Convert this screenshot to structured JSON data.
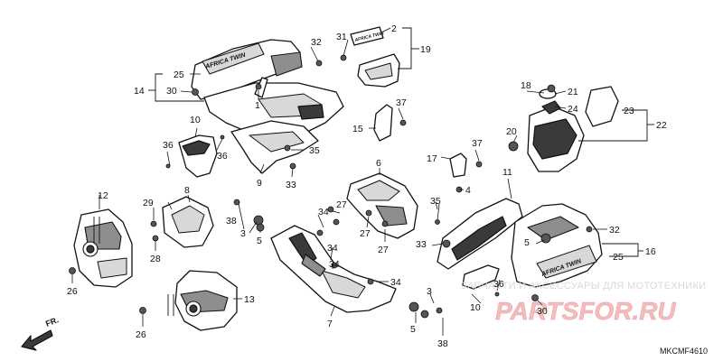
{
  "diagram": {
    "code": "MKCMF4610",
    "direction": "FR.",
    "emblem_upper": "AFRICA TWIN",
    "emblem_lower": "AFRICA TWIN",
    "emblem_small": "AFRICA TWIN",
    "watermark_text": "ЗАПЧАСТИ И АКСЕССУАРЫ ДЛЯ МОТОТЕХНИКИ",
    "watermark_brand": "PARTSFOR.RU",
    "callouts": [
      {
        "id": "c1",
        "label": "1"
      },
      {
        "id": "c2",
        "label": "2"
      },
      {
        "id": "c3a",
        "label": "3"
      },
      {
        "id": "c3b",
        "label": "3"
      },
      {
        "id": "c4",
        "label": "4"
      },
      {
        "id": "c5a",
        "label": "5"
      },
      {
        "id": "c5b",
        "label": "5"
      },
      {
        "id": "c6",
        "label": "6"
      },
      {
        "id": "c7",
        "label": "7"
      },
      {
        "id": "c8",
        "label": "8"
      },
      {
        "id": "c9",
        "label": "9"
      },
      {
        "id": "c10a",
        "label": "10"
      },
      {
        "id": "c10b",
        "label": "10"
      },
      {
        "id": "c11",
        "label": "11"
      },
      {
        "id": "c12",
        "label": "12"
      },
      {
        "id": "c13",
        "label": "13"
      },
      {
        "id": "c14",
        "label": "14"
      },
      {
        "id": "c15",
        "label": "15"
      },
      {
        "id": "c16",
        "label": "16"
      },
      {
        "id": "c17",
        "label": "17"
      },
      {
        "id": "c18",
        "label": "18"
      },
      {
        "id": "c19",
        "label": "19"
      },
      {
        "id": "c20",
        "label": "20"
      },
      {
        "id": "c21",
        "label": "21"
      },
      {
        "id": "c22",
        "label": "22"
      },
      {
        "id": "c23",
        "label": "23"
      },
      {
        "id": "c24",
        "label": "24"
      },
      {
        "id": "c25a",
        "label": "25"
      },
      {
        "id": "c25b",
        "label": "25"
      },
      {
        "id": "c26a",
        "label": "26"
      },
      {
        "id": "c26b",
        "label": "26"
      },
      {
        "id": "c27a",
        "label": "27"
      },
      {
        "id": "c27b",
        "label": "27"
      },
      {
        "id": "c27c",
        "label": "27"
      },
      {
        "id": "c28",
        "label": "28"
      },
      {
        "id": "c29",
        "label": "29"
      },
      {
        "id": "c30a",
        "label": "30"
      },
      {
        "id": "c30b",
        "label": "30"
      },
      {
        "id": "c31",
        "label": "31"
      },
      {
        "id": "c32a",
        "label": "32"
      },
      {
        "id": "c32b",
        "label": "32"
      },
      {
        "id": "c33a",
        "label": "33"
      },
      {
        "id": "c33b",
        "label": "33"
      },
      {
        "id": "c34a",
        "label": "34"
      },
      {
        "id": "c34b",
        "label": "34"
      },
      {
        "id": "c34c",
        "label": "34"
      },
      {
        "id": "c34d",
        "label": "34"
      },
      {
        "id": "c35a",
        "label": "35"
      },
      {
        "id": "c35b",
        "label": "35"
      },
      {
        "id": "c36a",
        "label": "36"
      },
      {
        "id": "c36b",
        "label": "36"
      },
      {
        "id": "c36c",
        "label": "36"
      },
      {
        "id": "c37a",
        "label": "37"
      },
      {
        "id": "c37b",
        "label": "37"
      },
      {
        "id": "c38a",
        "label": "38"
      },
      {
        "id": "c38b",
        "label": "38"
      }
    ]
  }
}
